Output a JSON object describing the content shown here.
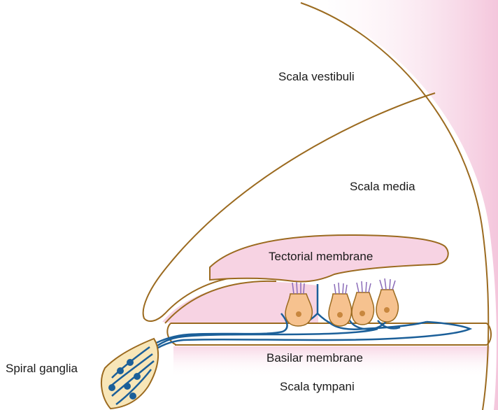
{
  "diagram": {
    "labels": {
      "scala_vestibuli": "Scala vestibuli",
      "scala_media": "Scala media",
      "tectorial_membrane": "Tectorial membrane",
      "basilar_membrane": "Basilar membrane",
      "scala_tympani": "Scala tympani",
      "spiral_ganglia": "Spiral ganglia"
    },
    "colors": {
      "outline": "#9b6a1f",
      "membrane_fill": "#f7d3e3",
      "wall_gradient": "#f4c6dc",
      "nerve": "#1b5f99",
      "hair_cell_fill": "#f6c28f",
      "hair_cell_nucleus": "#c8873e",
      "stereocilia": "#8a6bb8",
      "ganglion_fill": "#f8e6b8"
    }
  }
}
